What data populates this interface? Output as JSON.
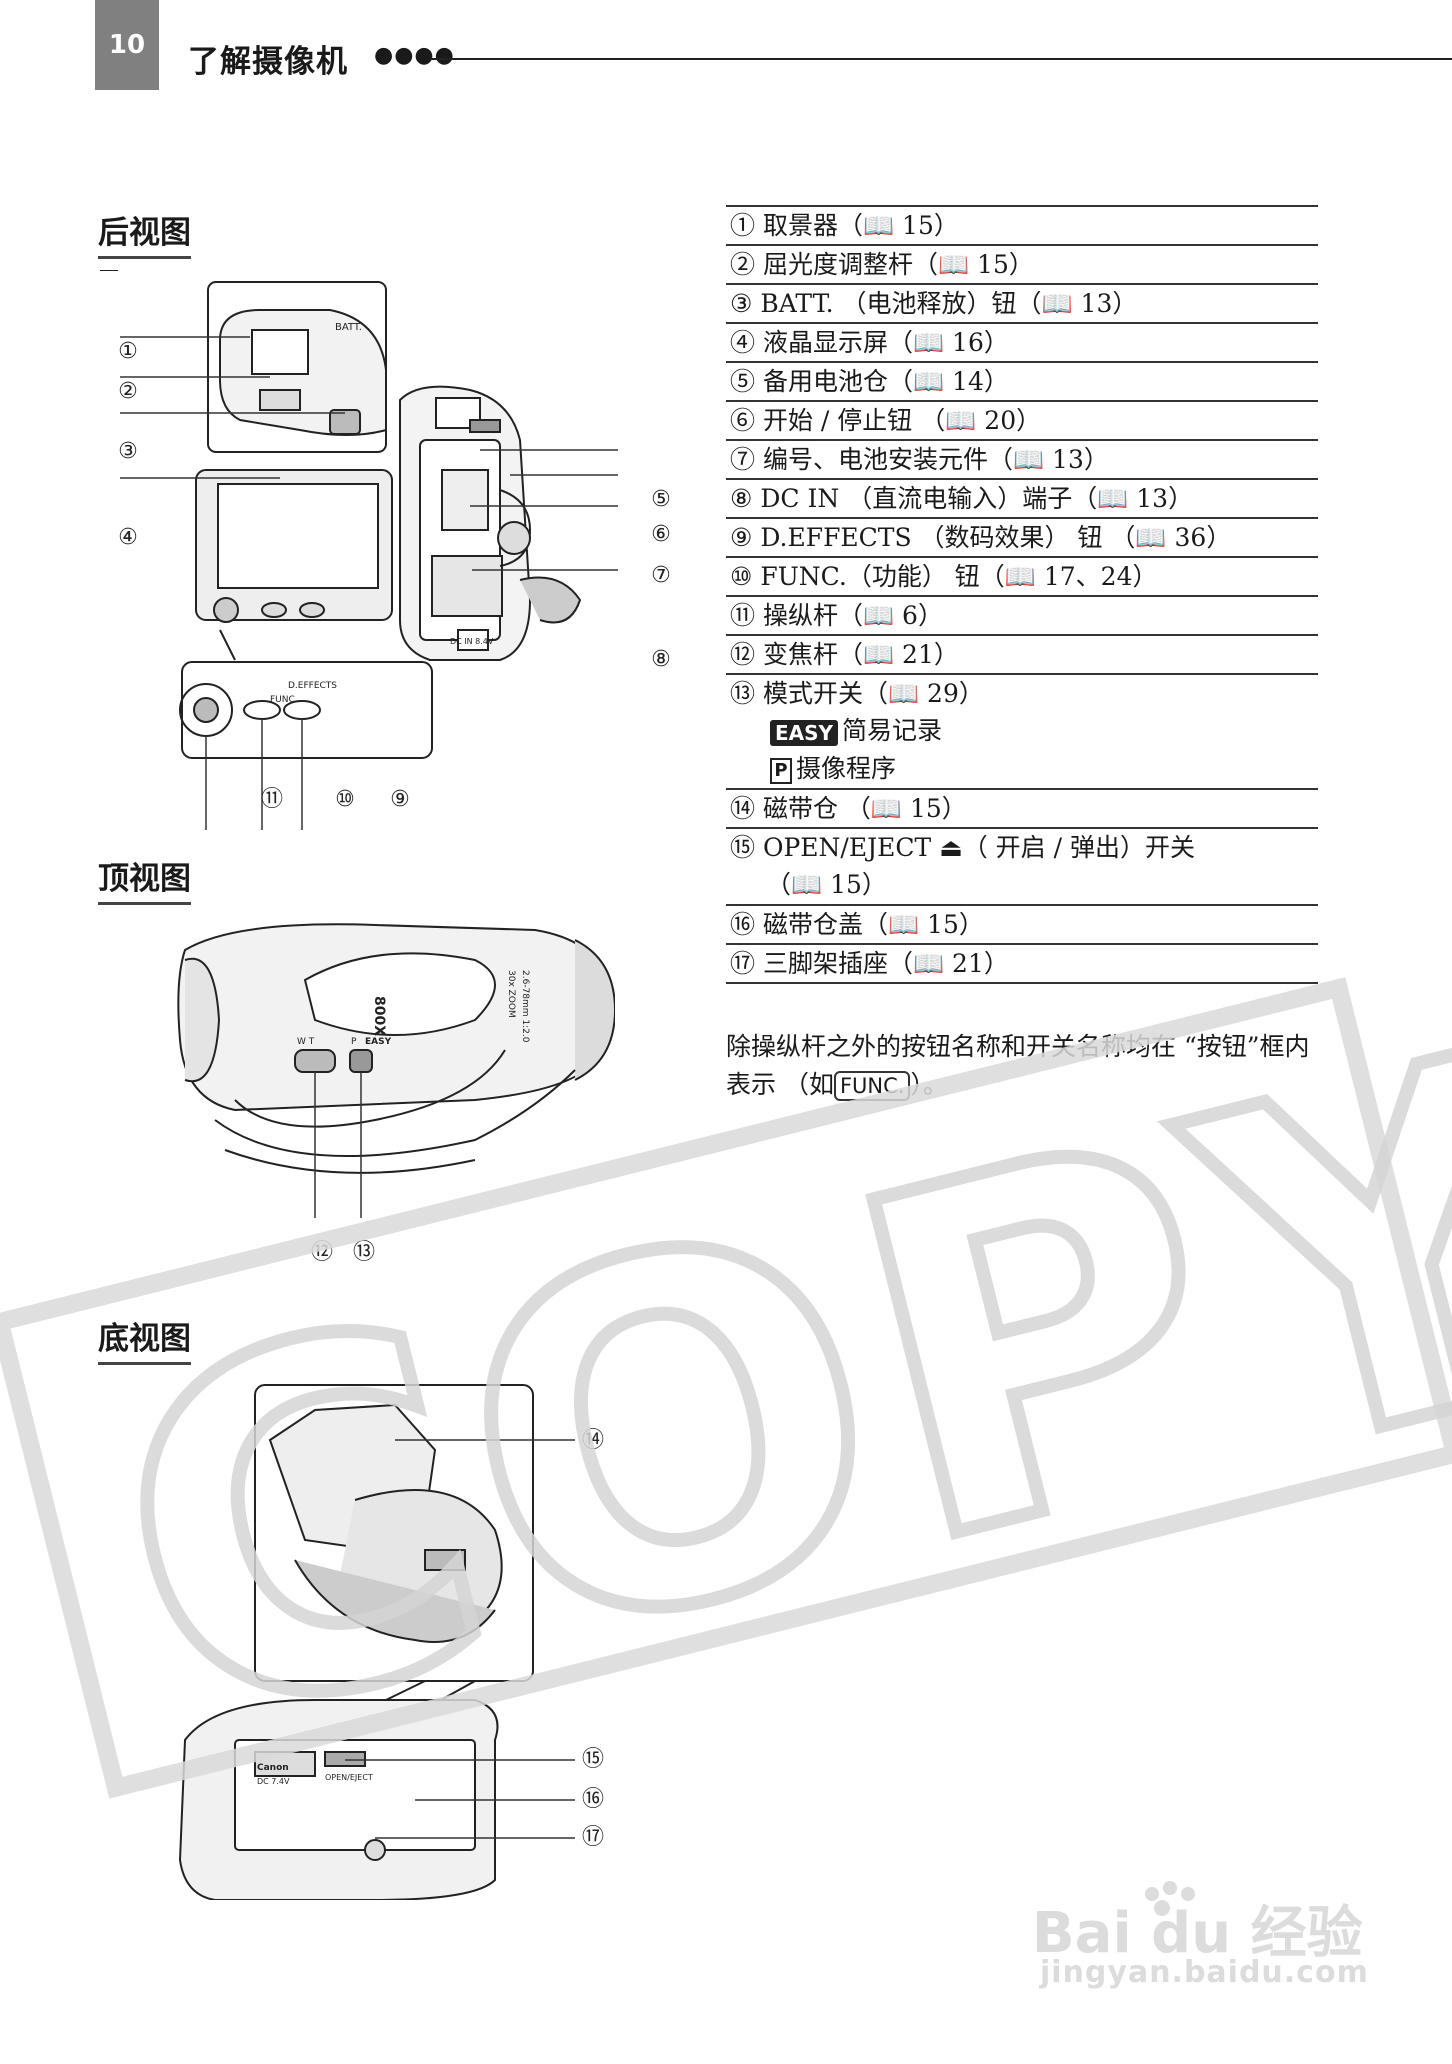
{
  "header": {
    "page_number": "10",
    "title": "了解摄像机",
    "dots": "●●●●"
  },
  "sections": {
    "rear": "后视图",
    "top": "顶视图",
    "bottom": "底视图"
  },
  "figure_labels": {
    "rear": {
      "batt": "BATT.",
      "func": "FUNC.",
      "deffects": "D.EFFECTS",
      "dcin": "DC IN 8.4V"
    },
    "top": {
      "model": "800X",
      "zoom": "30x ZOOM",
      "lens": "2.6-78mm 1:2.0",
      "wt": "W T",
      "p": "P",
      "easy": "EASY"
    },
    "bottom": {
      "open_eject": "OPEN/EJECT",
      "canon": "Canon",
      "dc": "DC 7.4V"
    }
  },
  "callouts": {
    "c1": "①",
    "c2": "②",
    "c3": "③",
    "c4": "④",
    "c5": "⑤",
    "c6": "⑥",
    "c7": "⑦",
    "c8": "⑧",
    "c9": "⑨",
    "c10": "⑩",
    "c11": "⑪",
    "c12": "⑫",
    "c13": "⑬",
    "c14": "⑭",
    "c15": "⑮",
    "c16": "⑯",
    "c17": "⑰"
  },
  "parts": [
    {
      "num": "①",
      "text": "取景器（📖  15）"
    },
    {
      "num": "②",
      "text": "屈光度调整杆（📖  15）"
    },
    {
      "num": "③",
      "text": "BATT. （电池释放）钮（📖  13）"
    },
    {
      "num": "④",
      "text": "液晶显示屏（📖  16）"
    },
    {
      "num": "⑤",
      "text": "备用电池仓（📖  14）"
    },
    {
      "num": "⑥",
      "text": "开始 / 停止钮 （📖  20）"
    },
    {
      "num": "⑦",
      "text": "编号、电池安装元件（📖  13）"
    },
    {
      "num": "⑧",
      "text": "DC IN （直流电输入）端子（📖  13）"
    },
    {
      "num": "⑨",
      "text": "D.EFFECTS （数码效果） 钮 （📖  36）"
    },
    {
      "num": "⑩",
      "text": "FUNC.（功能） 钮（📖  17、24）"
    },
    {
      "num": "⑪",
      "text": "操纵杆（📖  6）"
    },
    {
      "num": "⑫",
      "text": "变焦杆（📖  21）"
    },
    {
      "num": "⑬",
      "text": "模式开关（📖  29）"
    }
  ],
  "mode_items": {
    "easy_badge": "EASY",
    "easy_text": "简易记录",
    "p_badge": "P",
    "p_text": "摄像程序"
  },
  "parts2": [
    {
      "num": "⑭",
      "text": "磁带仓 （📖  15）"
    },
    {
      "num": "⑮",
      "text": "OPEN/EJECT ⏏（ 开启 / 弹出）开关"
    }
  ],
  "parts2_cont": "（📖  15）",
  "parts3": [
    {
      "num": "⑯",
      "text": "磁带仓盖（📖  15）"
    },
    {
      "num": "⑰",
      "text": "三脚架插座（📖  21）"
    }
  ],
  "note": {
    "before": "除操纵杆之外的按钮名称和开关名称均在 “按钮”框内表示 （如",
    "func": "FUNC.",
    "after": "）。"
  },
  "watermark": {
    "text": "COPY"
  },
  "baidu": {
    "logo": "Bai du 经验",
    "url": "jingyan.baidu.com"
  }
}
